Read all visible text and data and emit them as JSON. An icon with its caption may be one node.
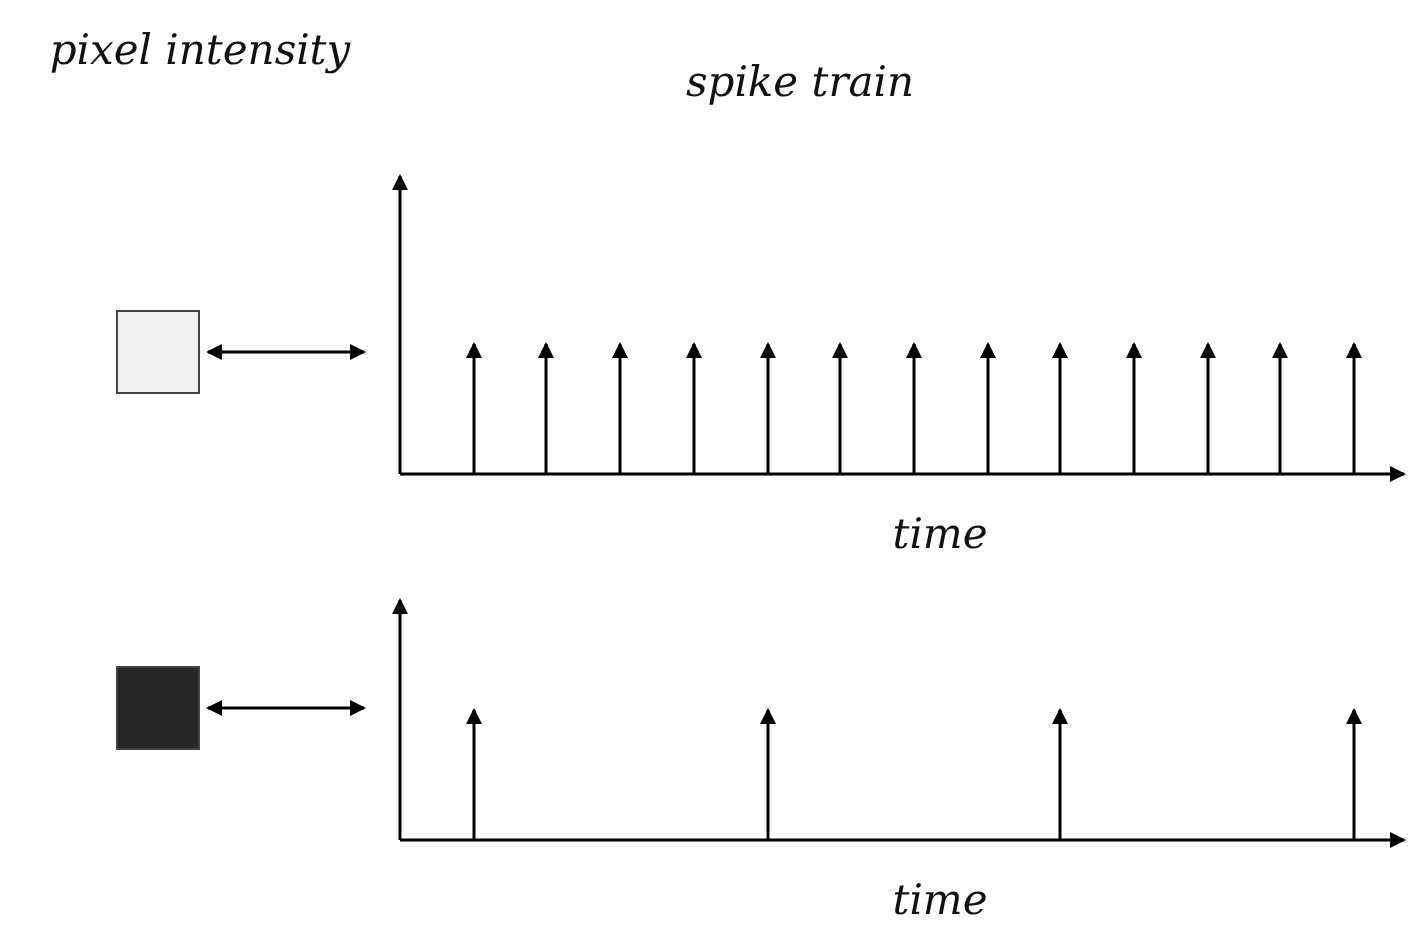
{
  "diagram": {
    "nodes": [
      {
        "text": [],
        "shape": "box"
      },
      {
        "text": [],
        "shape": "picture"
      },
      {
        "text": [],
        "shape": "box"
      },
      {
        "text": [],
        "shape": "picture"
      }
    ],
    "edges": [
      {
        "from": 0,
        "to": 1,
        "arrow": "both"
      },
      {
        "from": 2,
        "to": 3,
        "arrow": "both"
      }
    ],
    "labels": [
      "pixel intensity",
      "spike train",
      "time",
      "time"
    ]
  }
}
